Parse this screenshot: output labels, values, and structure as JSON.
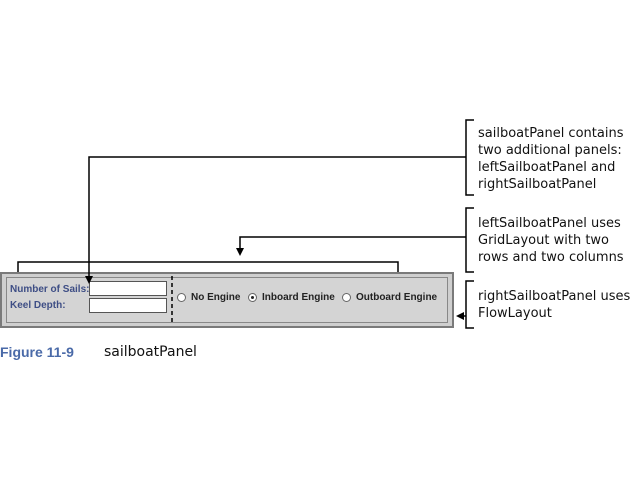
{
  "callouts": {
    "sailboat_panel": "sailboatPanel contains two additional panels: leftSailboatPanel and rightSailboatPanel",
    "left_panel": "leftSailboatPanel uses GridLayout with two rows and two columns",
    "right_panel": "rightSailboatPanel uses FlowLayout"
  },
  "left_panel": {
    "sails_label": "Number of Sails:",
    "keel_label": "Keel Depth:",
    "sails_value": "",
    "keel_value": ""
  },
  "right_panel": {
    "options": [
      {
        "label": "No Engine",
        "selected": false
      },
      {
        "label": "Inboard Engine",
        "selected": true
      },
      {
        "label": "Outboard Engine",
        "selected": false
      }
    ]
  },
  "figure": {
    "number": "Figure 11-9",
    "title": "sailboatPanel"
  },
  "colors": {
    "label_text": "#3e4e85",
    "figure_number": "#4a6aa8",
    "panel_bg": "#cfcfcf"
  }
}
